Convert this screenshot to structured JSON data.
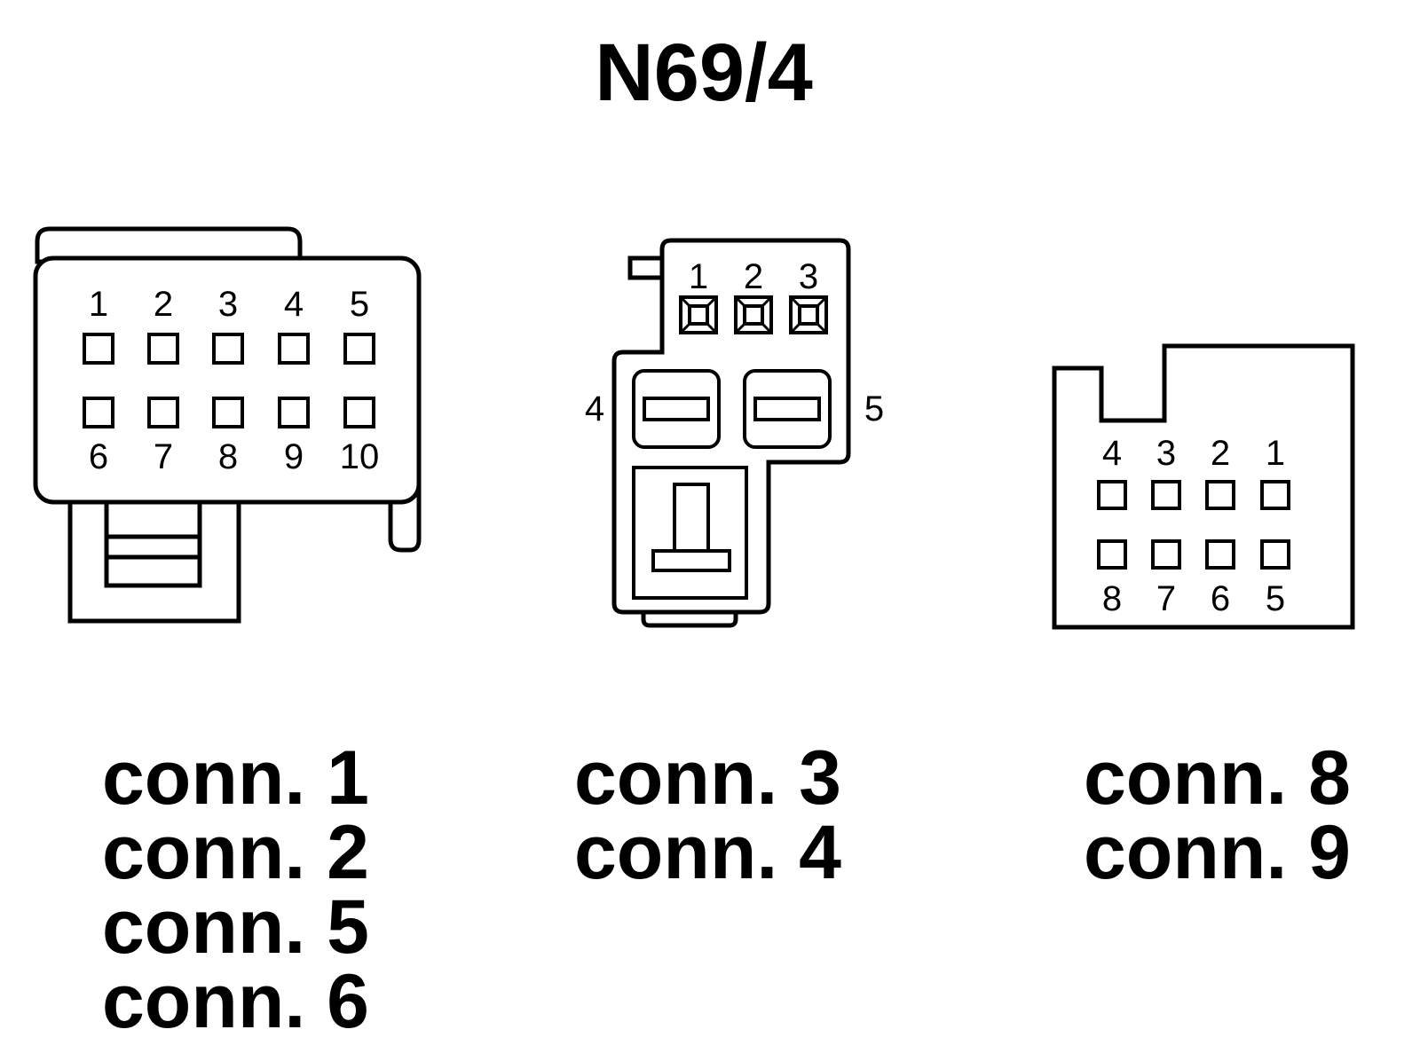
{
  "title": "N69/4",
  "colors": {
    "ink": "#000000",
    "background": "#ffffff"
  },
  "left_connector": {
    "top_pins": [
      "1",
      "2",
      "3",
      "4",
      "5"
    ],
    "bottom_pins": [
      "6",
      "7",
      "8",
      "9",
      "10"
    ],
    "labels": [
      "conn. 1",
      "conn. 2",
      "conn. 5",
      "conn. 6"
    ]
  },
  "center_connector": {
    "top_pins": [
      "1",
      "2",
      "3"
    ],
    "side_left": "4",
    "side_right": "5",
    "labels": [
      "conn. 3",
      "conn. 4"
    ]
  },
  "right_connector": {
    "top_pins": [
      "4",
      "3",
      "2",
      "1"
    ],
    "bottom_pins": [
      "8",
      "7",
      "6",
      "5"
    ],
    "labels": [
      "conn. 8",
      "conn. 9"
    ]
  }
}
